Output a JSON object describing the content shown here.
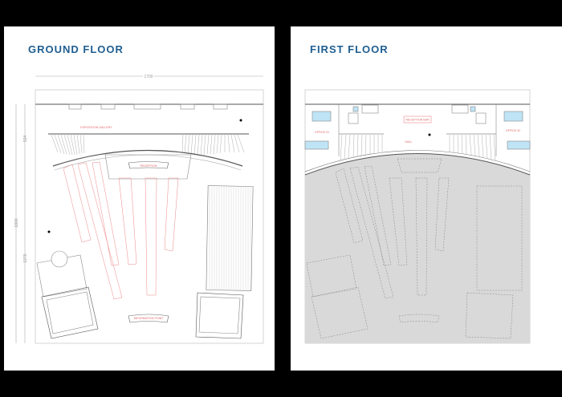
{
  "ground_floor": {
    "title": "GROUND FLOOR",
    "dimensions": {
      "width": "1700",
      "upper_depth": "524",
      "total_depth": "1800",
      "lower_depth": "1276"
    },
    "labels": {
      "gallery": "EXPOSITION GALLERY",
      "reception": "RECEPTION",
      "info_point": "INFORMATION POINT"
    }
  },
  "first_floor": {
    "title": "FIRST FLOOR",
    "labels": {
      "office1": "OFFICE 01",
      "office2": "OFFICE 02",
      "reception_bar": "RECEPTION BAR",
      "hall": "HALL"
    }
  },
  "colors": {
    "title": "#1f5e91",
    "labels": "#e06666",
    "void": "#d9d9d9"
  }
}
